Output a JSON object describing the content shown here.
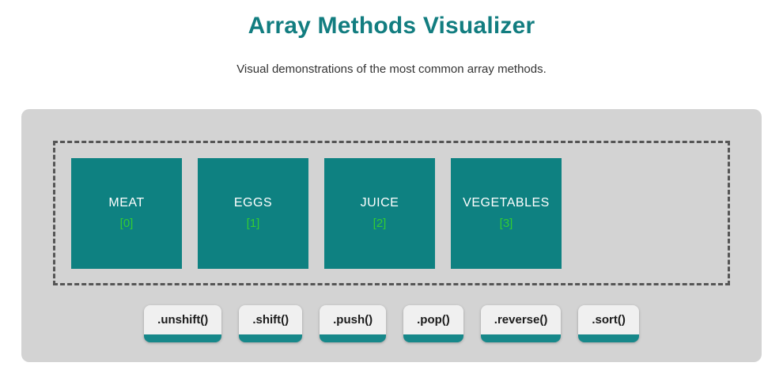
{
  "header": {
    "title": "Array Methods Visualizer",
    "subtitle": "Visual demonstrations of the most common array methods."
  },
  "visualizer": {
    "array_items": [
      {
        "label": "MEAT",
        "index": "[0]"
      },
      {
        "label": "EGGS",
        "index": "[1]"
      },
      {
        "label": "JUICE",
        "index": "[2]"
      },
      {
        "label": "VEGETABLES",
        "index": "[3]"
      }
    ],
    "method_buttons": [
      {
        "label": ".unshift()"
      },
      {
        "label": ".shift()"
      },
      {
        "label": ".push()"
      },
      {
        "label": ".pop()"
      },
      {
        "label": ".reverse()"
      },
      {
        "label": ".sort()"
      }
    ]
  },
  "colors": {
    "title_teal": "#127d80",
    "box_teal": "#0e8181",
    "index_green": "#33cc33",
    "panel_gray": "#d3d3d3",
    "button_bg": "#f0f0f0",
    "button_edge_teal": "#17888a",
    "dashed_border": "#555555"
  }
}
